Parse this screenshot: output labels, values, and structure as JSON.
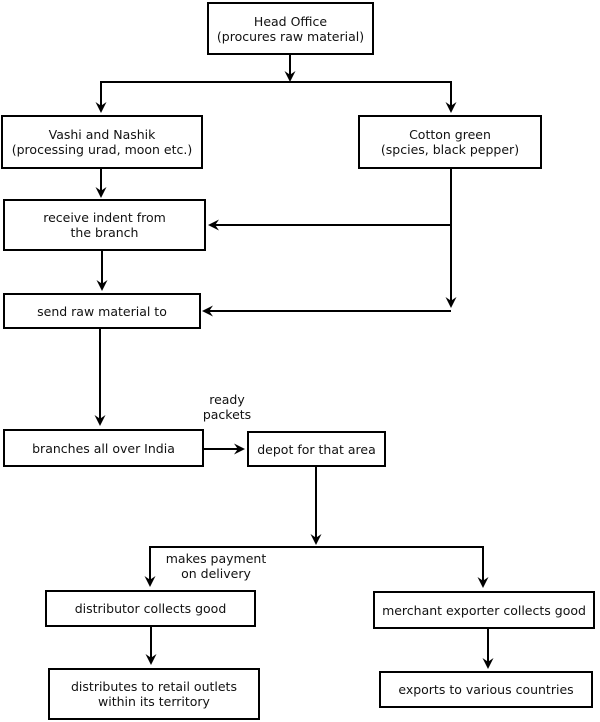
{
  "diagram": {
    "type": "flowchart",
    "background_color": "#ffffff",
    "line_color": "#000000",
    "nodes": {
      "head_office": {
        "label": "Head Office\n(procures raw material)"
      },
      "vashi_nashik": {
        "label": "Vashi and Nashik\n(processing urad, moon etc.)"
      },
      "cotton_green": {
        "label": "Cotton green\n(spcies, black pepper)"
      },
      "receive_indent": {
        "label": "receive indent from\nthe branch"
      },
      "send_raw_material": {
        "label": "send raw material to"
      },
      "branches_india": {
        "label": "branches all over India"
      },
      "depot": {
        "label": "depot for that area"
      },
      "distributor": {
        "label": "distributor collects good"
      },
      "merchant_exporter": {
        "label": "merchant exporter collects good"
      },
      "retail_outlets": {
        "label": "distributes to retail outlets\nwithin its territory"
      },
      "exports": {
        "label": "exports to various countries"
      }
    },
    "edge_labels": {
      "ready_packets": "ready\npackets",
      "makes_payment": "makes payment\non delivery"
    }
  }
}
